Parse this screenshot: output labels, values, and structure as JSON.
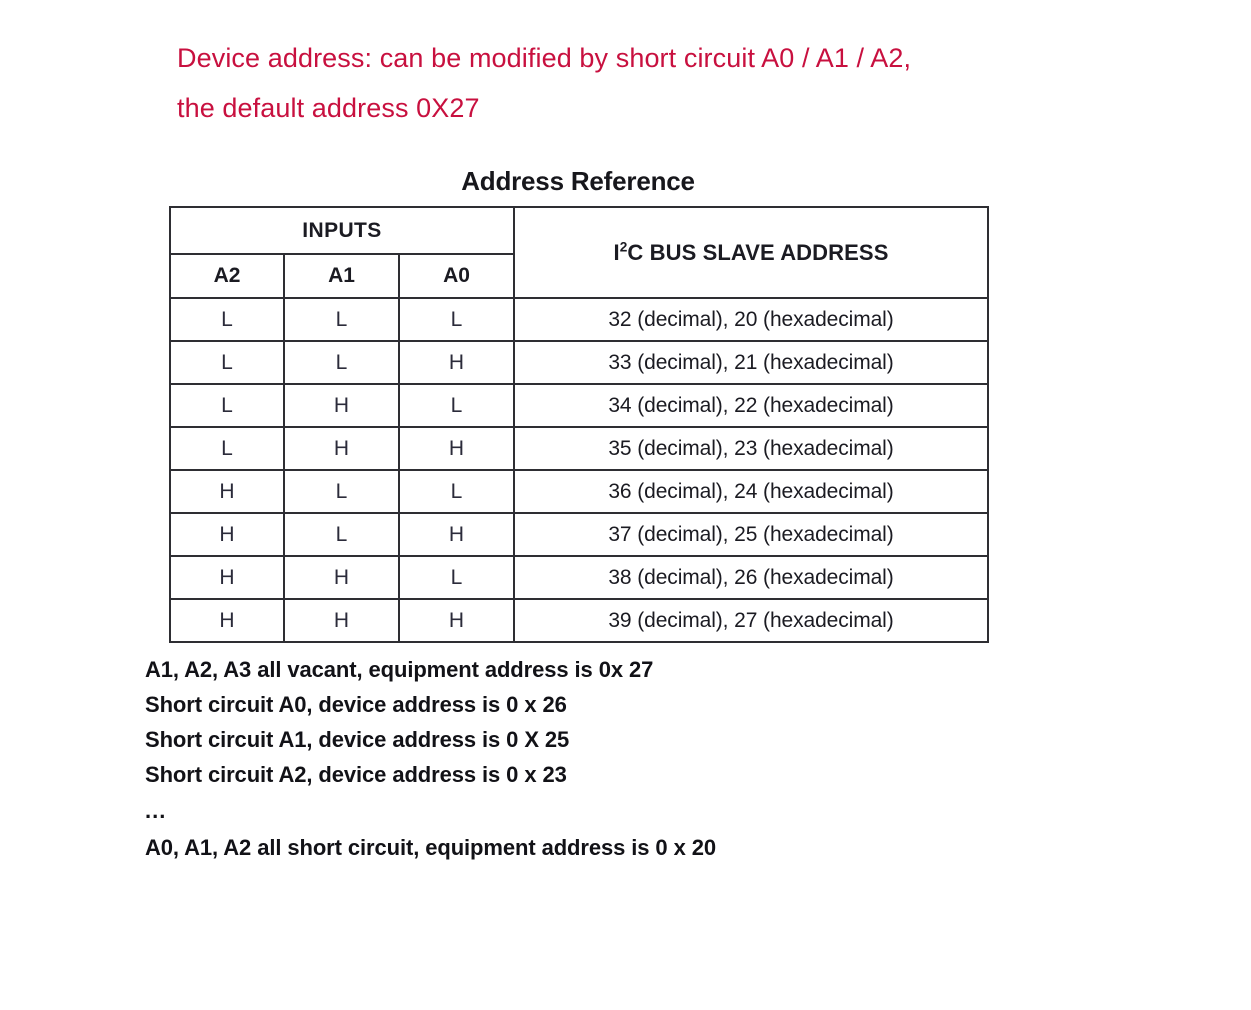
{
  "intro": {
    "line1": "Device address: can be modified by short circuit A0 / A1 / A2,",
    "line2": "the default address 0X27",
    "color": "#C8103F"
  },
  "table": {
    "title": "Address Reference",
    "group_header": "INPUTS",
    "address_header_prefix": "I",
    "address_header_sup": "2",
    "address_header_suffix": "C BUS SLAVE ADDRESS",
    "columns": [
      "A2",
      "A1",
      "A0"
    ],
    "rows": [
      {
        "a2": "L",
        "a1": "L",
        "a0": "L",
        "address": "32 (decimal), 20 (hexadecimal)"
      },
      {
        "a2": "L",
        "a1": "L",
        "a0": "H",
        "address": "33 (decimal), 21 (hexadecimal)"
      },
      {
        "a2": "L",
        "a1": "H",
        "a0": "L",
        "address": "34 (decimal), 22 (hexadecimal)"
      },
      {
        "a2": "L",
        "a1": "H",
        "a0": "H",
        "address": "35 (decimal), 23 (hexadecimal)"
      },
      {
        "a2": "H",
        "a1": "L",
        "a0": "L",
        "address": "36 (decimal), 24 (hexadecimal)"
      },
      {
        "a2": "H",
        "a1": "L",
        "a0": "H",
        "address": "37 (decimal), 25 (hexadecimal)"
      },
      {
        "a2": "H",
        "a1": "H",
        "a0": "L",
        "address": "38 (decimal), 26 (hexadecimal)"
      },
      {
        "a2": "H",
        "a1": "H",
        "a0": "H",
        "address": "39 (decimal), 27 (hexadecimal)"
      }
    ]
  },
  "notes": {
    "line1": "A1, A2, A3 all vacant, equipment address is 0x  27",
    "line2": "Short circuit A0, device address is 0 x 26",
    "line3": "Short circuit A1, device address is 0 X 25",
    "line4": "Short circuit A2, device address is 0 x 23",
    "line5": "...",
    "line6": "A0, A1, A2 all short circuit, equipment address is 0  x 20"
  }
}
